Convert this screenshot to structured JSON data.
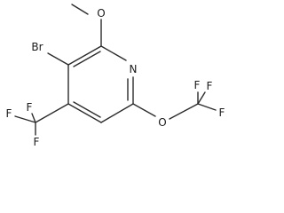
{
  "molecule": {
    "atoms": {
      "methoxy_o": "O",
      "bromine": "Br",
      "ring_n": "N",
      "ether_o": "O",
      "f_cf3_left": "F",
      "f_cf3_top": "F",
      "f_cf3_bottom": "F",
      "f_ocf3_right": "F",
      "f_ocf3_top": "F",
      "f_ocf3_bottom": "F"
    }
  }
}
